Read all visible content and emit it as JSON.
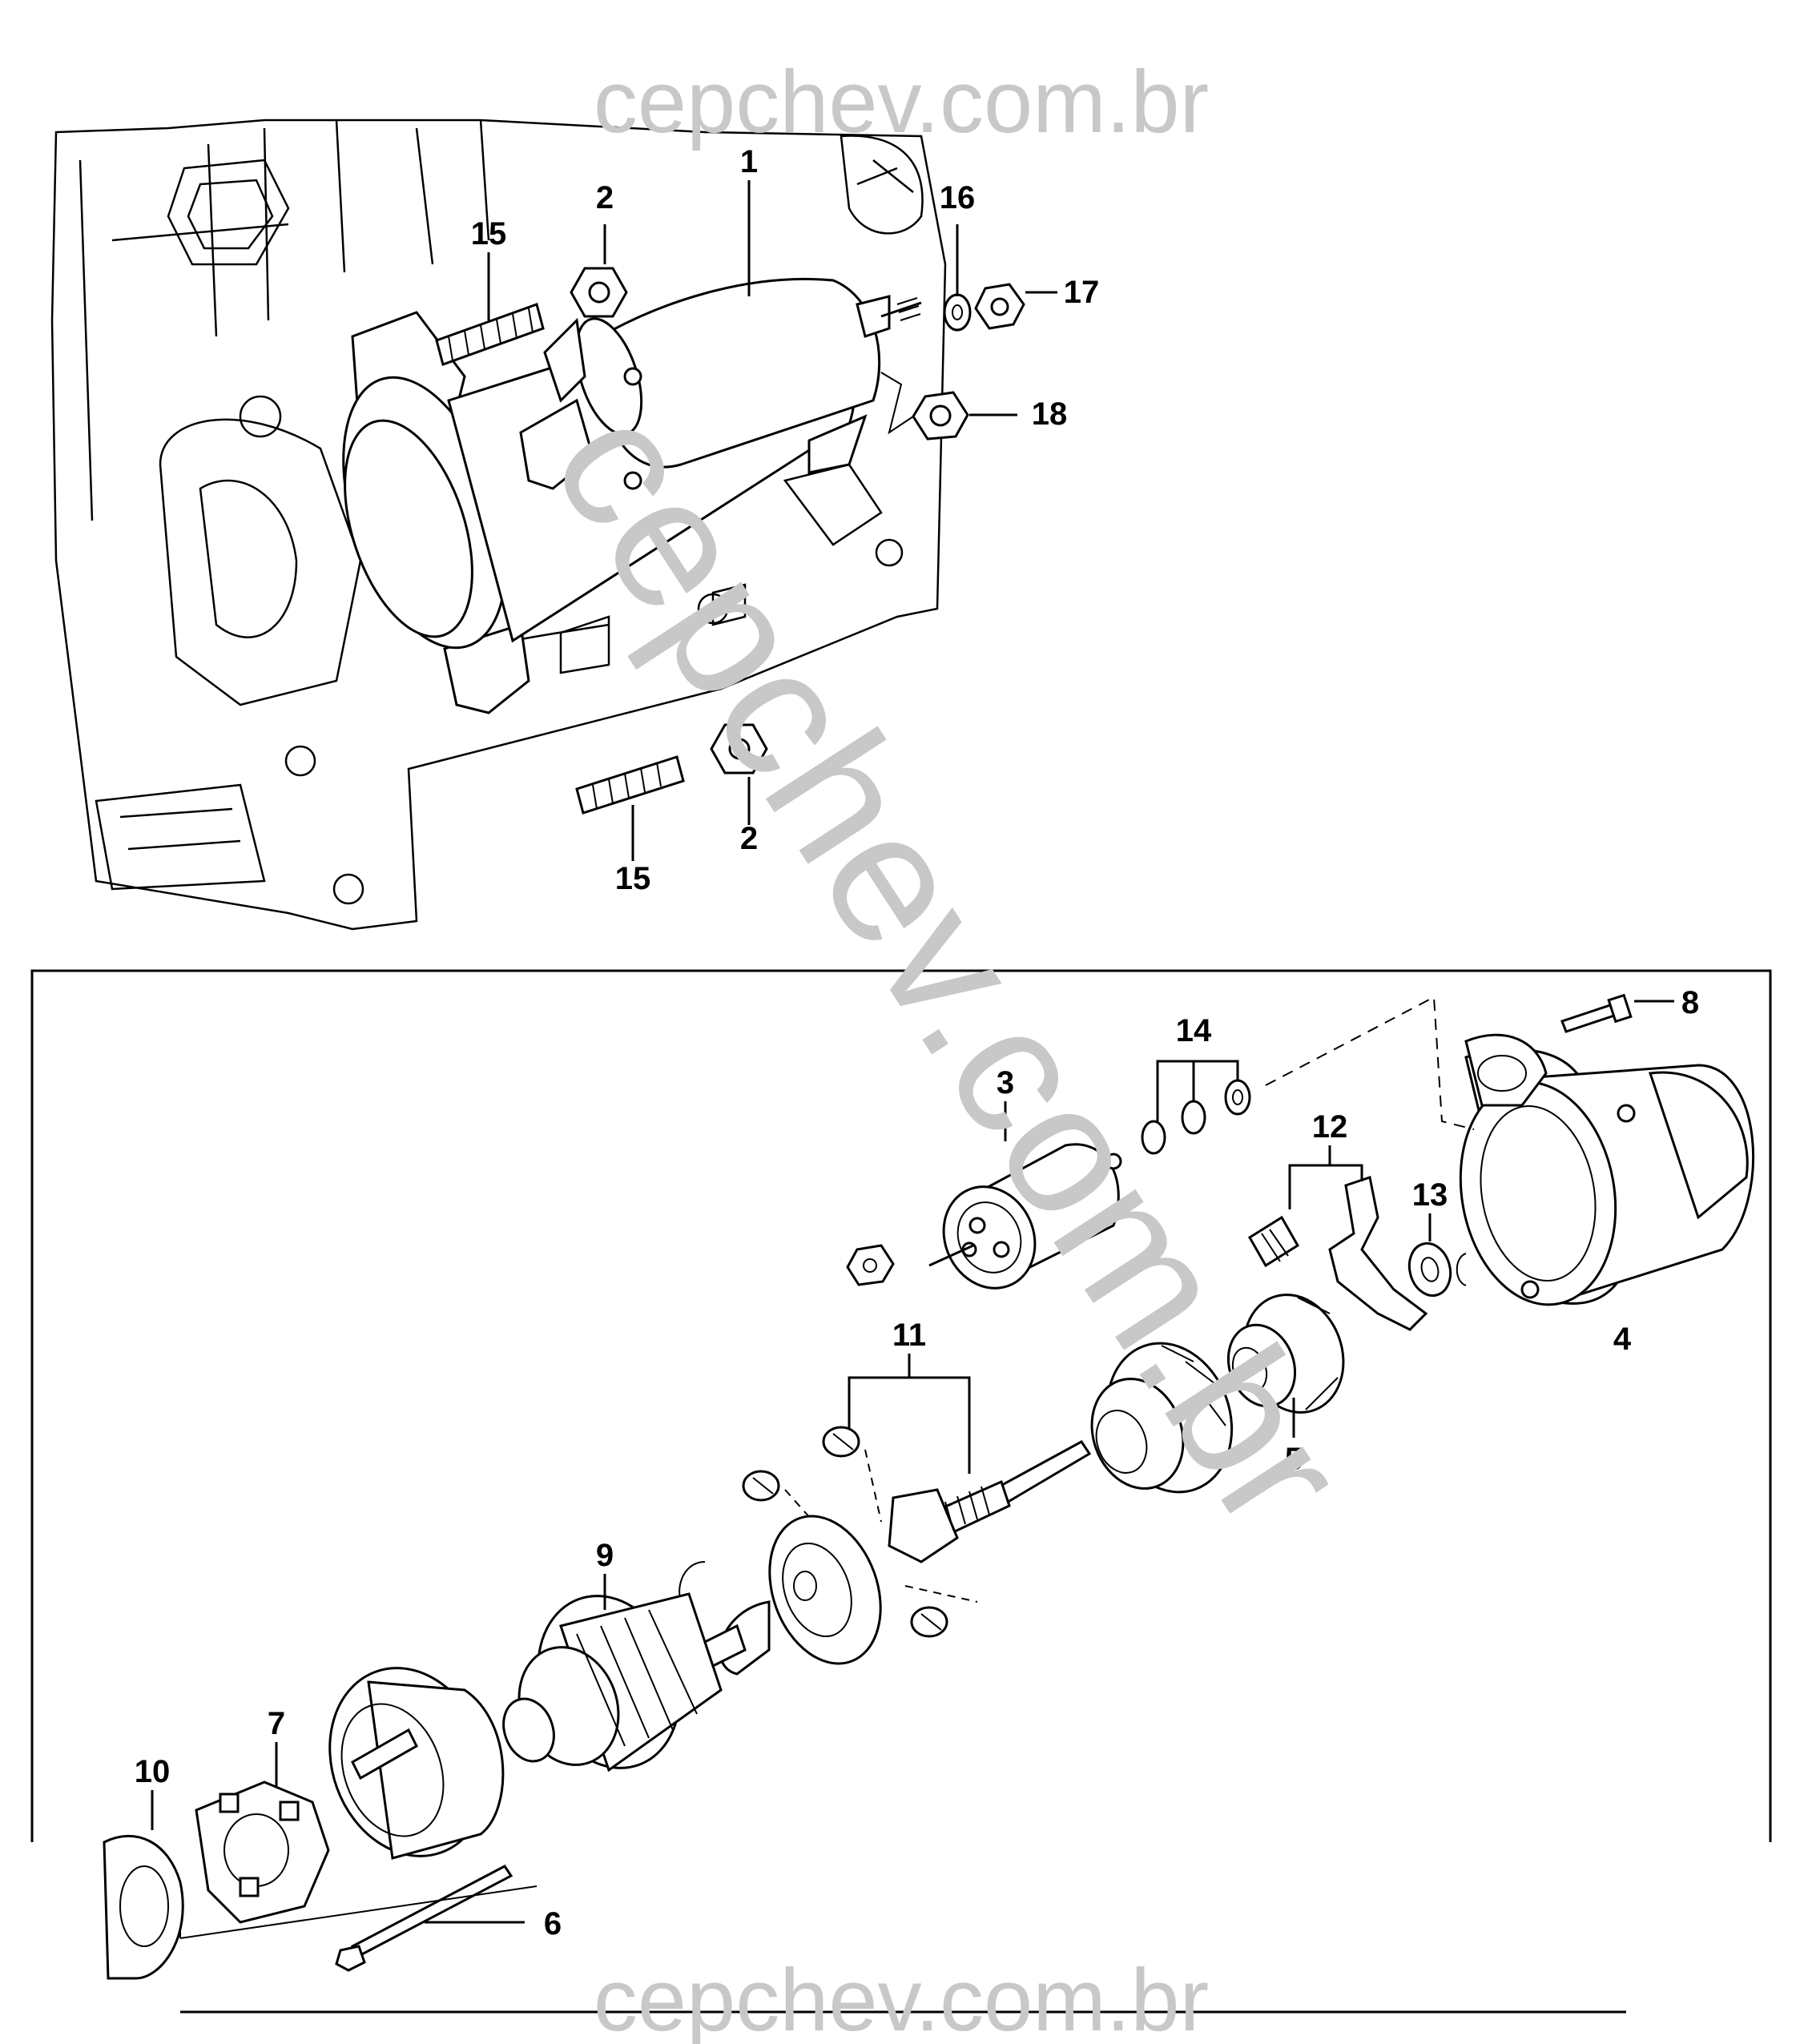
{
  "watermark": {
    "top": "cepchev.com.br",
    "bottom": "cepchev.com.br",
    "diagonal": "cepchev.com.br"
  },
  "callouts": {
    "c1": "1",
    "c2a": "2",
    "c2b": "2",
    "c3": "3",
    "c4": "4",
    "c5": "5",
    "c6": "6",
    "c7": "7",
    "c8": "8",
    "c9": "9",
    "c10": "10",
    "c11": "11",
    "c12": "12",
    "c13": "13",
    "c14": "14",
    "c15a": "15",
    "c15b": "15",
    "c16": "16",
    "c17": "17",
    "c18": "18"
  }
}
